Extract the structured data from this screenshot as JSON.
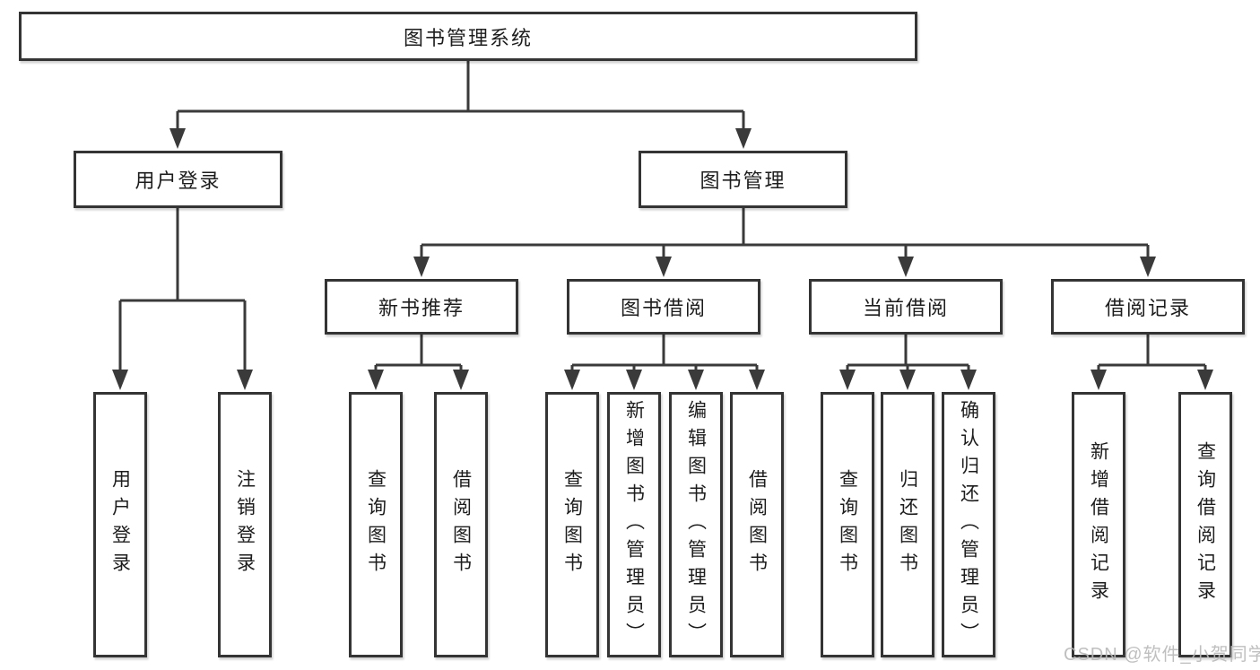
{
  "root": {
    "label": "图书管理系统"
  },
  "level2": {
    "user_login": {
      "label": "用户登录"
    },
    "book_mgmt": {
      "label": "图书管理"
    }
  },
  "level3": {
    "new_books": {
      "label": "新书推荐"
    },
    "book_borrow": {
      "label": "图书借阅"
    },
    "current_borrow": {
      "label": "当前借阅"
    },
    "borrow_records": {
      "label": "借阅记录"
    }
  },
  "leaves": {
    "user_login": [
      "用户登录",
      "注销登录"
    ],
    "new_books": [
      "查询图书",
      "借阅图书"
    ],
    "book_borrow": [
      "查询图书",
      "新增图书（管理员）",
      "编辑图书（管理员）",
      "借阅图书"
    ],
    "current_borrow": [
      "查询图书",
      "归还图书",
      "确认归还（管理员）"
    ],
    "borrow_records": [
      "新增借阅记录",
      "查询借阅记录"
    ]
  },
  "watermark": "CSDN @软件_小贺同学",
  "colors": {
    "line": "#3a3a3a",
    "box": "#343434",
    "text": "#1d1d1d",
    "wm": "#b9b9b9"
  }
}
